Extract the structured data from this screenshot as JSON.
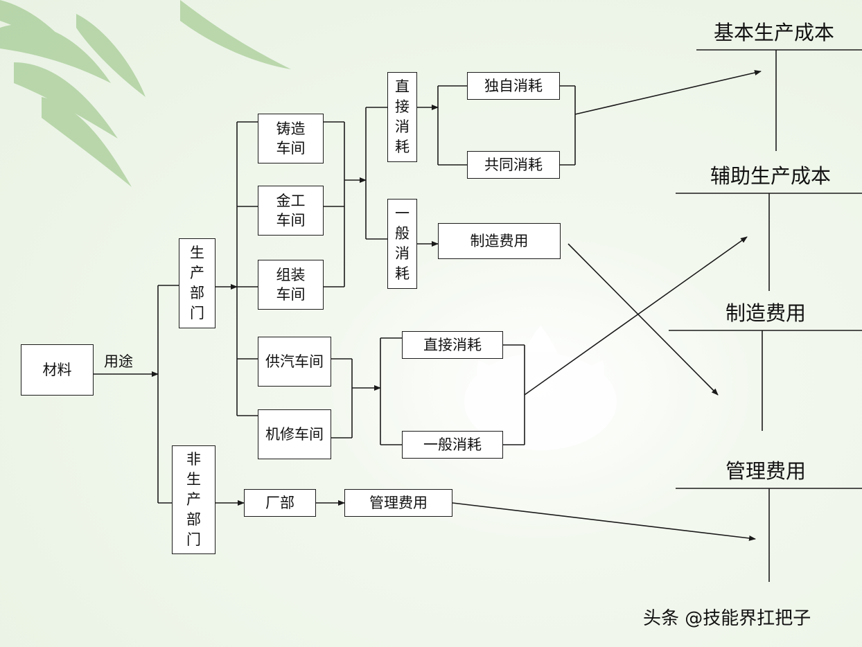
{
  "nodes": {
    "cailiao": "材料",
    "yongtu": "用途",
    "shengchan_bumen": "生产部门",
    "fei_shengchan_bumen": "非生产部门",
    "zhuzao": "铸造车间",
    "jingong": "金工车间",
    "zuzhuang": "组装车间",
    "gongqi": "供汽车间",
    "jixiu": "机修车间",
    "changbu": "厂部",
    "guanli_box": "管理费用",
    "zhijie_xiaohao_v": "直接消耗",
    "yiban_xiaohao_v": "一般消耗",
    "duzi": "独自消耗",
    "gongtong": "共同消耗",
    "zhizao_box": "制造费用",
    "zhijie_xiaohao_h": "直接消耗",
    "yiban_xiaohao_h": "一般消耗"
  },
  "accounts": {
    "jiben": "基本生产成本",
    "fuzhu": "辅助生产成本",
    "zhizao": "制造费用",
    "guanli": "管理费用"
  },
  "watermark": "头条 @技能界扛把子",
  "colors": {
    "line": "#1a1a1a",
    "box_bg": "#ffffff",
    "leaf": "#8fbf7a"
  }
}
